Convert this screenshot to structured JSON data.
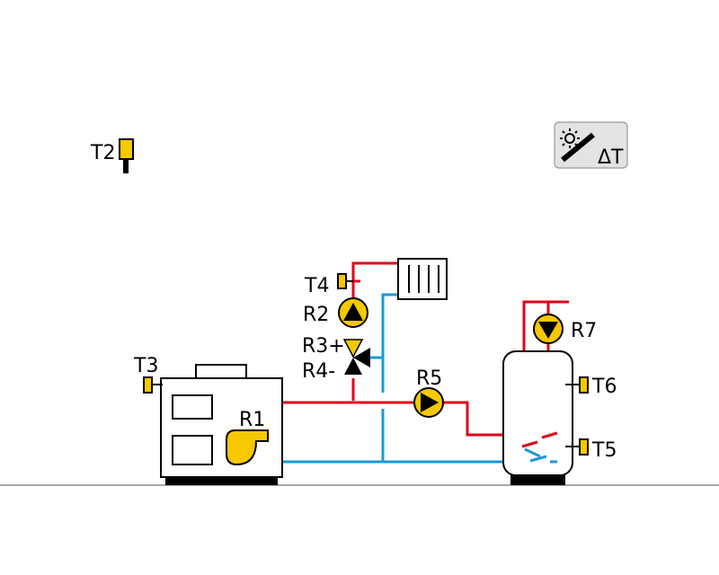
{
  "labels": {
    "t2": "T2",
    "t3": "T3",
    "t4": "T4",
    "t5": "T5",
    "t6": "T6",
    "r1": "R1",
    "r2": "R2",
    "r3": "R3+",
    "r4": "R4-",
    "r5": "R5",
    "r7": "R7"
  },
  "solar_badge": {
    "text": "ΔT",
    "icon": "sun-collector-icon"
  },
  "colors": {
    "hot_pipe": "#e2001a",
    "cold_pipe": "#1a9ad6",
    "sensor": "#f6c800",
    "outline": "#000000",
    "ground": "#888888"
  }
}
